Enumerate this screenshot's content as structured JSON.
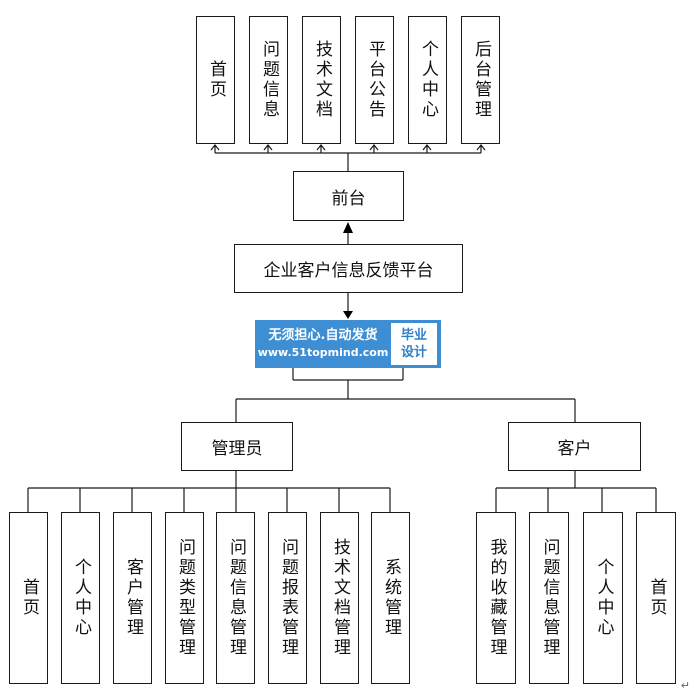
{
  "front_items": [
    "首页",
    "问题信息",
    "技术文档",
    "平台公告",
    "个人中心",
    "后台管理"
  ],
  "front_node": "前台",
  "platform_node": "企业客户信息反馈平台",
  "banner": {
    "line1": "无须担心.自动发货",
    "line2": "www.51topmind.com",
    "badge1": "毕业",
    "badge2": "设计"
  },
  "admin_node": "管理员",
  "customer_node": "客户",
  "admin_items": [
    "首页",
    "个人中心",
    "客户管理",
    "问题类型管理",
    "问题信息管理",
    "问题报表管理",
    "技术文档管理",
    "系统管理"
  ],
  "customer_items": [
    "我的收藏管理",
    "问题信息管理",
    "个人中心",
    "首页"
  ],
  "footer_mark": "↵"
}
